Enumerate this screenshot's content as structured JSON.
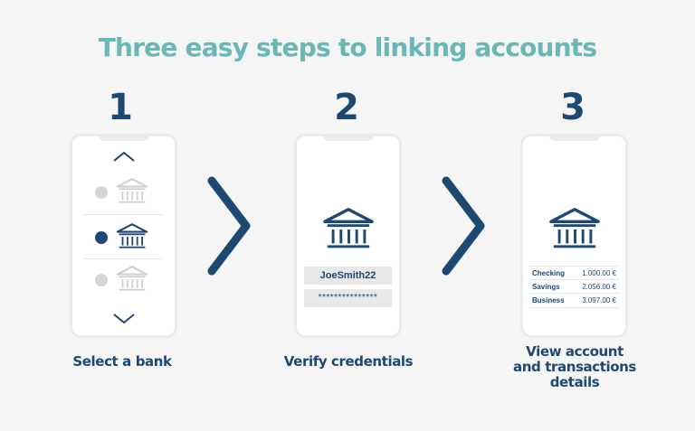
{
  "title": "Three easy steps to linking accounts",
  "colors": {
    "title": "#6ab7b8",
    "primary": "#1d4872",
    "inactive": "#d5d5d5",
    "background": "#f5f5f5"
  },
  "steps": [
    {
      "number": "1",
      "label": "Select a bank",
      "phone": {
        "icons": [
          "chevron-up-icon",
          "bank-icon",
          "bank-icon",
          "bank-icon",
          "chevron-down-icon"
        ],
        "options": [
          {
            "state": "unselected"
          },
          {
            "state": "selected"
          },
          {
            "state": "unselected"
          }
        ]
      }
    },
    {
      "number": "2",
      "label": "Verify credentials",
      "phone": {
        "icon": "bank-icon",
        "username": "JoeSmith22",
        "password": "***************"
      }
    },
    {
      "number": "3",
      "label_lines": [
        "View account",
        "and transactions",
        "details"
      ],
      "phone": {
        "icon": "bank-icon",
        "accounts": [
          {
            "name": "Checking",
            "amount": "1.000.00 €"
          },
          {
            "name": "Savings",
            "amount": "2.056.00 €"
          },
          {
            "name": "Business",
            "amount": "3.097.00 €"
          }
        ]
      }
    }
  ],
  "arrows": [
    "chevron-right-icon",
    "chevron-right-icon"
  ]
}
